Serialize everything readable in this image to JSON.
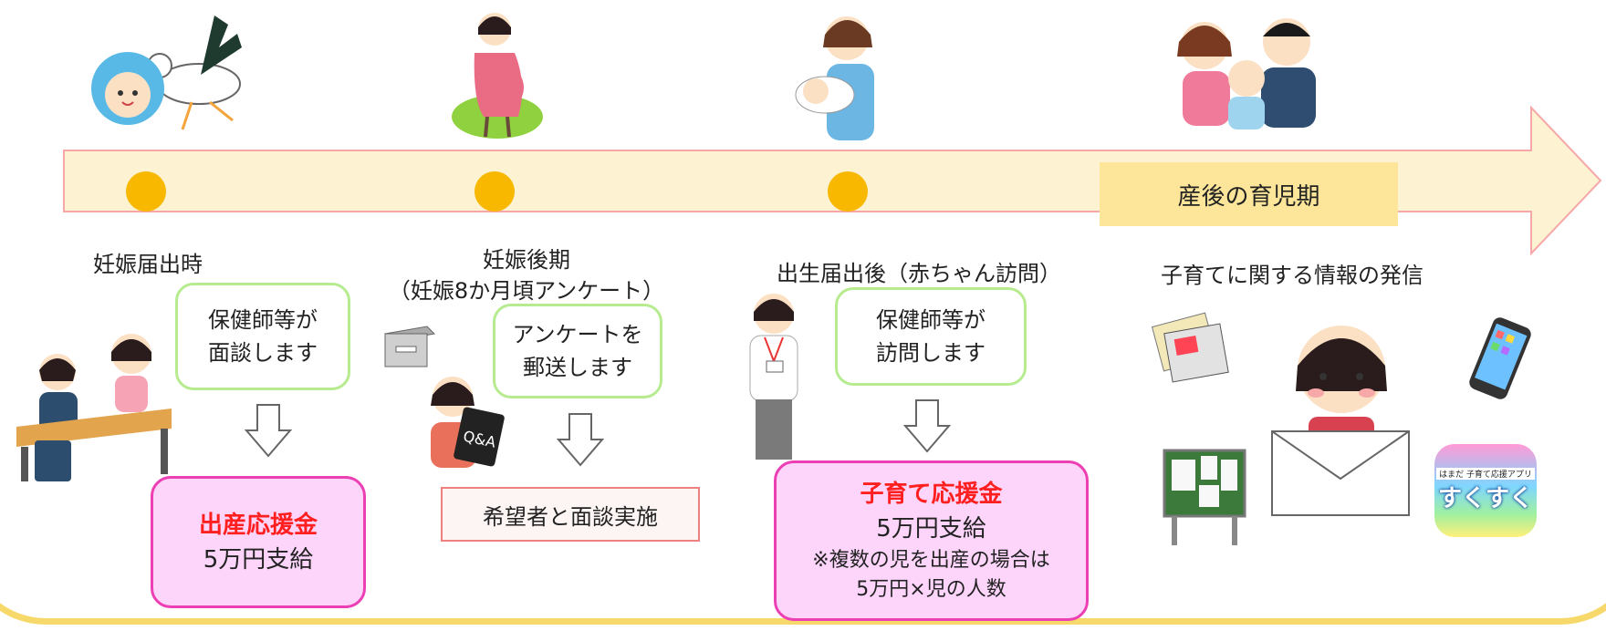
{
  "timeline": {
    "final_phase_label": "産後の育児期",
    "accent_color": "#f8b800",
    "arrow_fill": "#fdf2d2",
    "arrow_stroke": "#f6a8a8"
  },
  "stages": [
    {
      "label": "妊娠届出時",
      "action": [
        "保健師等が",
        "面談します"
      ],
      "result": {
        "highlight": "出産応援金",
        "detail": "5万円支給"
      }
    },
    {
      "label": "妊娠後期",
      "label_sub": "（妊娠8か月頃アンケート）",
      "action": [
        "アンケートを",
        "郵送します"
      ],
      "result": {
        "text": "希望者と面談実施"
      }
    },
    {
      "label": "出生届出後（赤ちゃん訪問）",
      "action": [
        "保健師等が",
        "訪問します"
      ],
      "result": {
        "highlight": "子育て応援金",
        "detail": "5万円支給",
        "note1": "※複数の児を出産の場合は",
        "note2": "5万円×児の人数"
      }
    },
    {
      "label": "子育てに関する情報の発信",
      "app_name": "すくすく",
      "app_caption": "はまだ 子育て応援アプリ",
      "qa_text": "Q&A"
    }
  ]
}
